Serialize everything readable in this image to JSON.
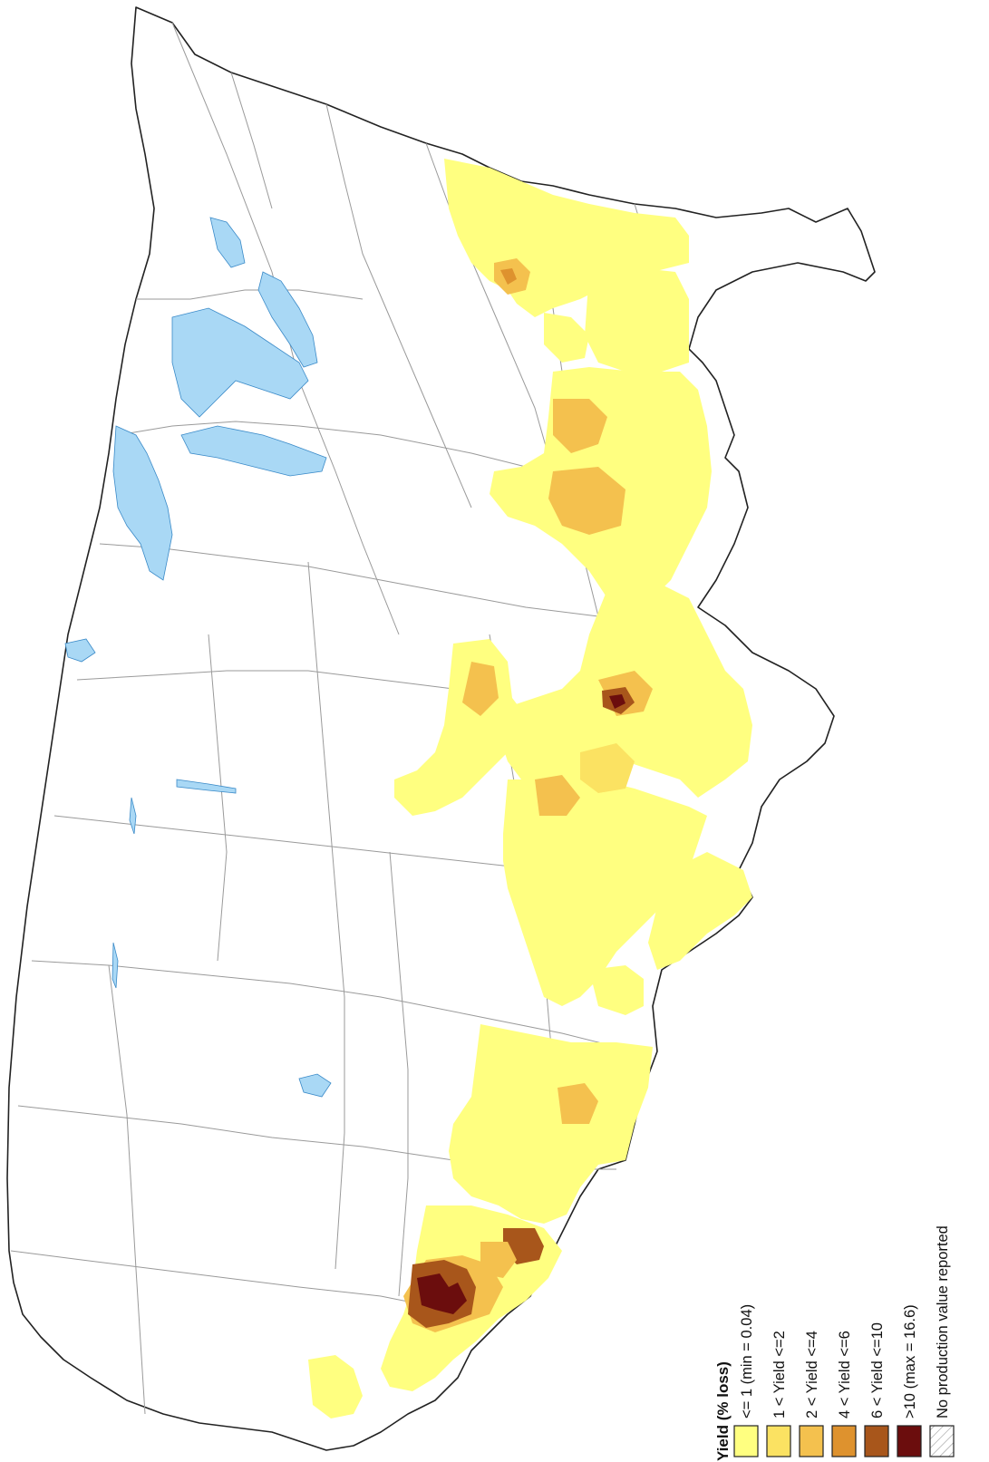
{
  "legend": {
    "title": "Yield (% loss)",
    "classes": [
      {
        "label": "<= 1  (min = 0.04)",
        "color": "#ffff80"
      },
      {
        "label": "1 < Yield <=2",
        "color": "#fbe262"
      },
      {
        "label": "2 < Yield <=4",
        "color": "#f4c14e"
      },
      {
        "label": "4 < Yield <=6",
        "color": "#de922e"
      },
      {
        "label": "6 < Yield <=10",
        "color": "#a8561b"
      },
      {
        "label": ">10  (max = 16.6)",
        "color": "#6b0d0d"
      },
      {
        "label": "No production value reported",
        "color": "hatch"
      }
    ]
  },
  "colors": {
    "water": "#a9d8f5",
    "state_border": "#9a9a9a",
    "coastline": "#222222",
    "hatch": "#9a9a9a"
  }
}
